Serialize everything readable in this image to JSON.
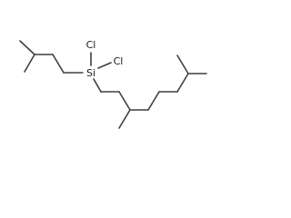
{
  "molecule": {
    "atoms": {
      "si": "Si",
      "cl_left": "Cl",
      "cl_right": "Cl"
    }
  }
}
